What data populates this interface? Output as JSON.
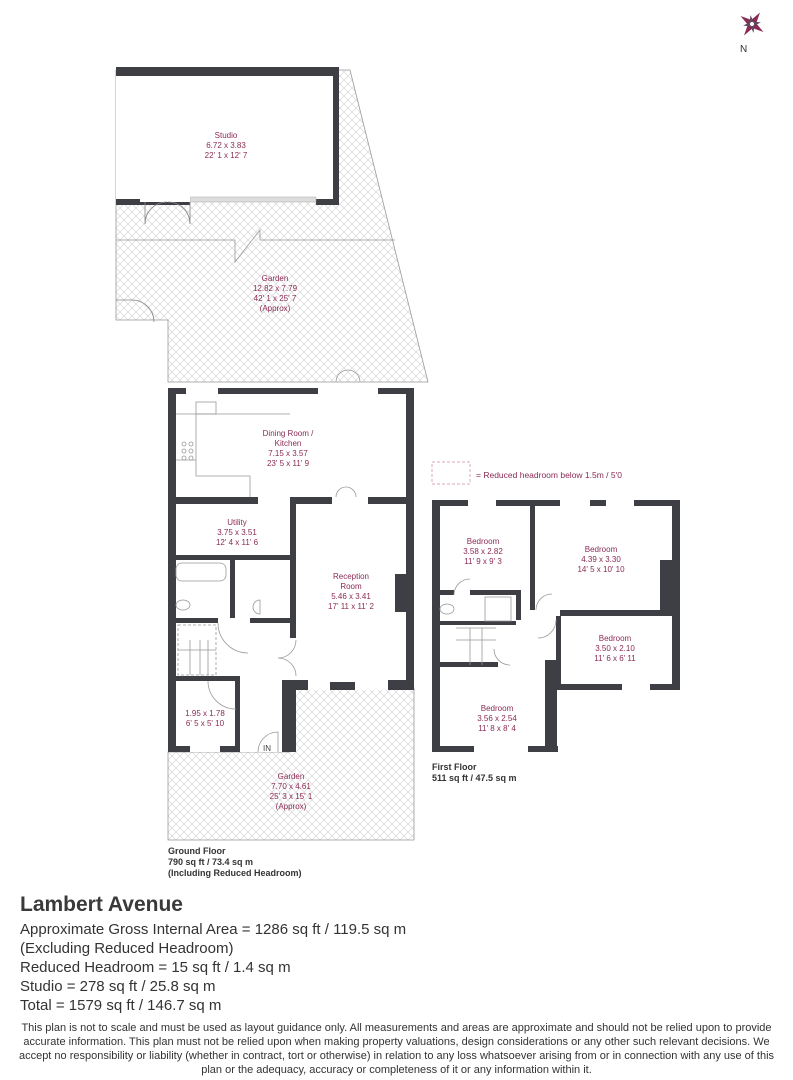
{
  "colors": {
    "wall": "#3d3f44",
    "label": "#8b2a55",
    "hatch": "#c8c8c8",
    "compass": "#8b2a55"
  },
  "compass": {
    "label": "N",
    "icon": "compass-rose-icon"
  },
  "rooms": {
    "studio": {
      "name": "Studio",
      "metric": "6.72 x 3.83",
      "imperial": "22' 1 x 12' 7"
    },
    "garden_rear": {
      "name": "Garden",
      "metric": "12.82 x 7.79",
      "imperial": "42' 1 x 25' 7",
      "note": "(Approx)"
    },
    "kitchen": {
      "name": "Dining Room /",
      "name2": "Kitchen",
      "metric": "7.15 x 3.57",
      "imperial": "23' 5 x 11' 9"
    },
    "utility": {
      "name": "Utility",
      "metric": "3.75 x 3.51",
      "imperial": "12' 4 x 11' 6"
    },
    "reception": {
      "name": "Reception",
      "name2": "Room",
      "metric": "5.46 x 3.41",
      "imperial": "17' 11 x 11' 2"
    },
    "small_room": {
      "metric": "1.95 x 1.78",
      "imperial": "6' 5 x 5' 10"
    },
    "entrance": {
      "label": "IN"
    },
    "garden_front": {
      "name": "Garden",
      "metric": "7.70 x 4.61",
      "imperial": "25' 3 x 15' 1",
      "note": "(Approx)"
    },
    "bed1": {
      "name": "Bedroom",
      "metric": "3.58 x 2.82",
      "imperial": "11' 9 x 9' 3"
    },
    "bed2": {
      "name": "Bedroom",
      "metric": "4.39 x 3.30",
      "imperial": "14' 5 x 10' 10"
    },
    "bed3": {
      "name": "Bedroom",
      "metric": "3.50 x 2.10",
      "imperial": "11' 6 x 6' 11"
    },
    "bed4": {
      "name": "Bedroom",
      "metric": "3.56 x 2.54",
      "imperial": "11' 8 x 8' 4"
    }
  },
  "legend": {
    "text": "= Reduced headroom below 1.5m / 5'0"
  },
  "ground_floor": {
    "title": "Ground Floor",
    "area": "790 sq ft / 73.4 sq m",
    "note": "(Including Reduced Headroom)"
  },
  "first_floor": {
    "title": "First Floor",
    "area": "511 sq ft / 47.5 sq m"
  },
  "summary": {
    "title": "Lambert Avenue",
    "lines": [
      "Approximate Gross Internal Area = 1286 sq ft / 119.5 sq m",
      "(Excluding Reduced Headroom)",
      "Reduced Headroom = 15 sq ft / 1.4 sq m",
      "Studio = 278 sq ft / 25.8 sq m",
      "Total = 1579 sq ft / 146.7 sq m"
    ]
  },
  "disclaimer": "This plan is not to scale and must be used as layout guidance only. All measurements and areas are approximate and should not be relied upon to provide accurate information. This plan must not be relied upon when making property valuations, design considerations or any other such relevant decisions. We accept no responsibility or liability (whether in contract, tort or otherwise) in relation to any loss whatsoever arising from or in connection with any use of this plan or the adequacy, accuracy or completeness of it or any information within it."
}
